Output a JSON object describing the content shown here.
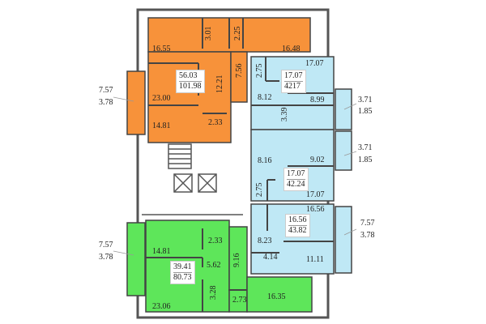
{
  "colors": {
    "apartment_3room": "#f7923a",
    "apartment_1room": "#bfe8f5",
    "apartment_2room": "#5ee65a",
    "walls": "#555555"
  },
  "apartments": [
    {
      "color_key": "orange",
      "living_area": "56.03",
      "total_area": "101.98",
      "rooms": [
        "16.55",
        "16.48",
        "3.01",
        "2.25",
        "12.21",
        "7.56",
        "23.00",
        "14.81",
        "2.33"
      ],
      "balcony": {
        "full": "7.57",
        "reduced": "3.78"
      }
    },
    {
      "color_key": "blue-top",
      "living_area": "17.07",
      "total_area": "4217",
      "rooms": [
        "17.07",
        "2.75",
        "8.12",
        "8.99",
        "3.39"
      ],
      "balcony": {
        "full": "3.71",
        "reduced": "1.85"
      }
    },
    {
      "color_key": "blue-middle",
      "living_area": "17.07",
      "total_area": "42.24",
      "rooms": [
        "8.16",
        "9.02",
        "2.75",
        "17.07"
      ],
      "balcony": {
        "full": "3.71",
        "reduced": "1.85"
      }
    },
    {
      "color_key": "blue-bottom",
      "living_area": "16.56",
      "total_area": "43.82",
      "rooms": [
        "16.56",
        "8.23",
        "4.14",
        "11.11"
      ],
      "balcony": {
        "full": "7.57",
        "reduced": "3.78"
      }
    },
    {
      "color_key": "green",
      "living_area": "39.41",
      "total_area": "80.73",
      "rooms": [
        "14.81",
        "2.33",
        "5.62",
        "9.16",
        "3.28",
        "23.06",
        "2.73",
        "16.35"
      ],
      "balcony": {
        "full": "7.57",
        "reduced": "3.78"
      }
    }
  ]
}
